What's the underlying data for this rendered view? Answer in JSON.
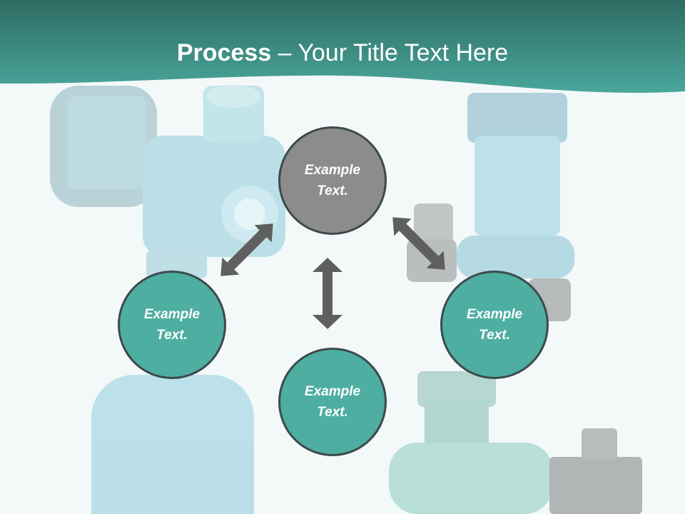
{
  "title": {
    "bold": "Process",
    "rest": " – Your Title Text Here"
  },
  "nodes": {
    "top": "Example Text.",
    "left": "Example Text.",
    "right": "Example Text.",
    "bottom": "Example Text."
  },
  "colors": {
    "header": "#3c9a8f",
    "node_teal": "#4daea1",
    "node_gray": "#8c8c8c",
    "arrow": "#5f5f5f",
    "background": "#f3f8f9"
  }
}
